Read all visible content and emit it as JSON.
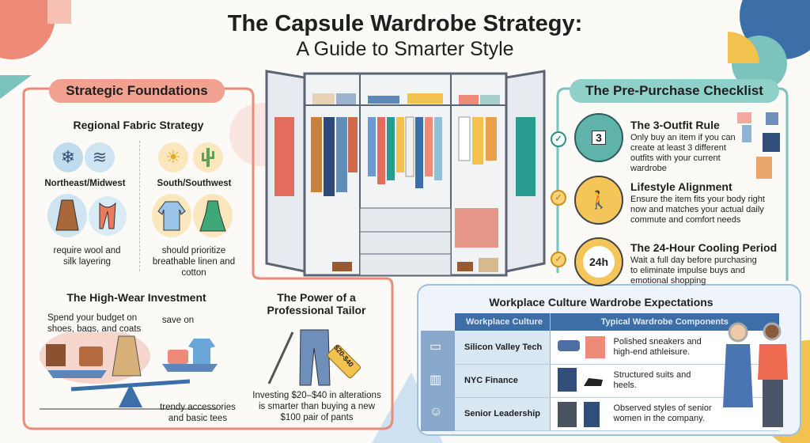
{
  "title": "The Capsule Wardrobe Strategy:",
  "subtitle": "A Guide to Smarter Style",
  "colors": {
    "coral": "#ee8a78",
    "teal": "#7cc3bd",
    "blue": "#3c6ea8",
    "yellow": "#f2c14e"
  },
  "foundations": {
    "header": "Strategic Foundations",
    "regional": {
      "title": "Regional Fabric Strategy",
      "north": {
        "label": "Northeast/Midwest",
        "text": "require wool and silk layering",
        "icons": [
          "snowflake-icon",
          "wind-icon",
          "coat-icon",
          "scarf-icon"
        ]
      },
      "south": {
        "label": "South/Southwest",
        "text": "should prioritize breathable linen and cotton",
        "icons": [
          "sun-icon",
          "cactus-icon",
          "shirt-icon",
          "dress-icon"
        ]
      }
    },
    "highwear": {
      "title": "The High-Wear Investment",
      "spend": "Spend your budget on shoes, bags, and coats",
      "save": "save on",
      "save_items": "trendy accessories and basic tees"
    },
    "tailor": {
      "title": "The Power of a Professional Tailor",
      "tag": "$20-$40",
      "text": "Investing $20–$40 in alterations is smarter than buying a new $100 pair of pants"
    }
  },
  "checklist": {
    "header": "The Pre-Purchase Checklist",
    "items": [
      {
        "title": "The 3-Outfit Rule",
        "text": "Only buy an item if you can create at least 3 different outfits with your current wardrobe",
        "badge": "3"
      },
      {
        "title": "Lifestyle Alignment",
        "text": "Ensure the item fits your body right now and matches your actual daily commute and comfort needs",
        "badge": ""
      },
      {
        "title": "The 24-Hour Cooling Period",
        "text": "Wait a full day before purchasing to eliminate impulse buys and emotional shopping",
        "badge": "24h"
      }
    ]
  },
  "workplace": {
    "title": "Workplace Culture Wardrobe Expectations",
    "columns": [
      "Workplace Culture",
      "Typical Wardrobe Components"
    ],
    "rows": [
      {
        "culture": "Silicon Valley Tech",
        "components": "Polished sneakers and high-end athleisure."
      },
      {
        "culture": "NYC Finance",
        "components": "Structured suits and heels."
      },
      {
        "culture": "Senior Leadership",
        "components": "Observed styles of senior women in the company."
      }
    ]
  }
}
